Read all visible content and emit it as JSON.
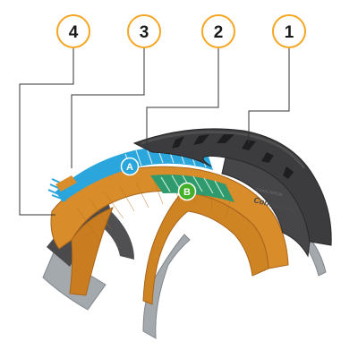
{
  "callouts": [
    {
      "number": "4"
    },
    {
      "number": "3"
    },
    {
      "number": "2"
    },
    {
      "number": "1"
    }
  ],
  "markers": [
    {
      "letter": "A",
      "color": "#2aa6dc"
    },
    {
      "letter": "B",
      "color": "#43b02a"
    }
  ],
  "sidewall": {
    "brand": "Continental",
    "model": "ContiLifeRide"
  },
  "colors": {
    "callout_ring": "#f5a623",
    "leader_line": "#333333",
    "rubber": "#3c3c3e",
    "casing": "#d98c2a",
    "belt": "#2e9a6e",
    "cap_ply": "#2aa6dc",
    "rim_band": "#a3a9ad"
  }
}
